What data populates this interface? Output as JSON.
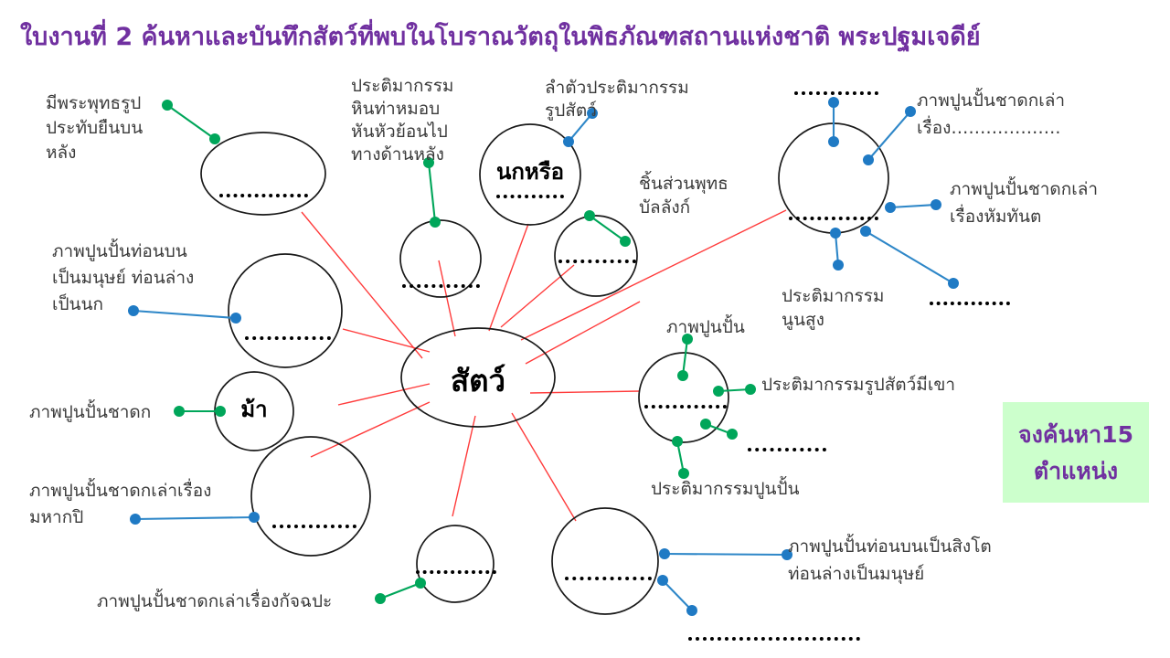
{
  "title": "ใบงานที่ 2  ค้นหาและบันทึกสัตว์ที่พบในโบราณวัตถุในพิธภัณฑสถานแห่งชาติ พระปฐมเจดีย์",
  "colors": {
    "title_purple": "#7030A0",
    "spoke_red": "#FF3B3B",
    "green_wire": "#00A65A",
    "blue_wire": "#2E87C8",
    "callout_bg": "#CCFFCC",
    "outline": "#1a1a1a"
  },
  "center_node": {
    "label": "สัตว์"
  },
  "nodes": [
    {
      "name": "node-top-left",
      "label": "",
      "blank": true
    },
    {
      "name": "node-bird",
      "label": "นกหรือ",
      "blank": true
    },
    {
      "name": "node-stone-sculpture",
      "label": "",
      "blank": true
    },
    {
      "name": "node-buddha-throne",
      "label": "",
      "blank": true
    },
    {
      "name": "node-top-right",
      "label": "",
      "blank": true
    },
    {
      "name": "node-stucco-human-bird",
      "label": "",
      "blank": true
    },
    {
      "name": "node-horse",
      "label": "ม้า",
      "blank": false
    },
    {
      "name": "node-mahakapi",
      "label": "",
      "blank": true
    },
    {
      "name": "node-horned-animal",
      "label": "",
      "blank": true
    },
    {
      "name": "node-kajjapa",
      "label": "",
      "blank": true
    },
    {
      "name": "node-lion-human",
      "label": "",
      "blank": true
    }
  ],
  "labels": [
    {
      "name": "label-buddha-standing",
      "text": "มีพระพุทธรูป\nประทับยืนบน\nหลัง"
    },
    {
      "name": "label-stone-crouch",
      "text": "ประติมากรรม\nหินท่าหมอบ\nหันหัวย้อนไป\nทางด้านหลัง"
    },
    {
      "name": "label-animal-body",
      "text": "ลำตัวประติมากรรม\nรูปสัตว์"
    },
    {
      "name": "label-buddha-throne-piece",
      "text": "ชิ้นส่วนพุทธ\nบัลลังก์"
    },
    {
      "name": "label-jataka-story-blank",
      "text": "ภาพปูนปั้นชาดกเล่า\nเรื่อง………………."
    },
    {
      "name": "label-jataka-hatthanta",
      "text": "ภาพปูนปั้นชาดกเล่า\nเรื่องหัมทันต"
    },
    {
      "name": "label-high-relief",
      "text": "ประติมากรรม\nนูนสูง"
    },
    {
      "name": "label-stucco-upper-human",
      "text": "ภาพปูนปั้นท่อนบน\nเป็นมนุษย์  ท่อนล่าง\nเป็นนก"
    },
    {
      "name": "label-stucco-jataka",
      "text": "ภาพปูนปั้นชาดก"
    },
    {
      "name": "label-stucco-mahakapi",
      "text": "ภาพปูนปั้นชาดกเล่าเรื่อง\nมหากปิ"
    },
    {
      "name": "label-stucco-kajjapa",
      "text": "ภาพปูนปั้นชาดกเล่าเรื่องกัจฉปะ"
    },
    {
      "name": "label-stucco-image",
      "text": "ภาพปูนปั้น"
    },
    {
      "name": "label-horned-animal-sculpture",
      "text": "ประติมากรรมรูปสัตว์มีเขา"
    },
    {
      "name": "label-stucco-sculpture",
      "text": "ประติมากรรมปูนปั้น"
    },
    {
      "name": "label-lion-human",
      "text": "ภาพปูนปั้นท่อนบนเป็นสิงโต\nท่อนล่างเป็นมนุษย์"
    }
  ],
  "callout": {
    "line1": "จงค้นหา15",
    "line2": "ตำแหน่ง"
  }
}
